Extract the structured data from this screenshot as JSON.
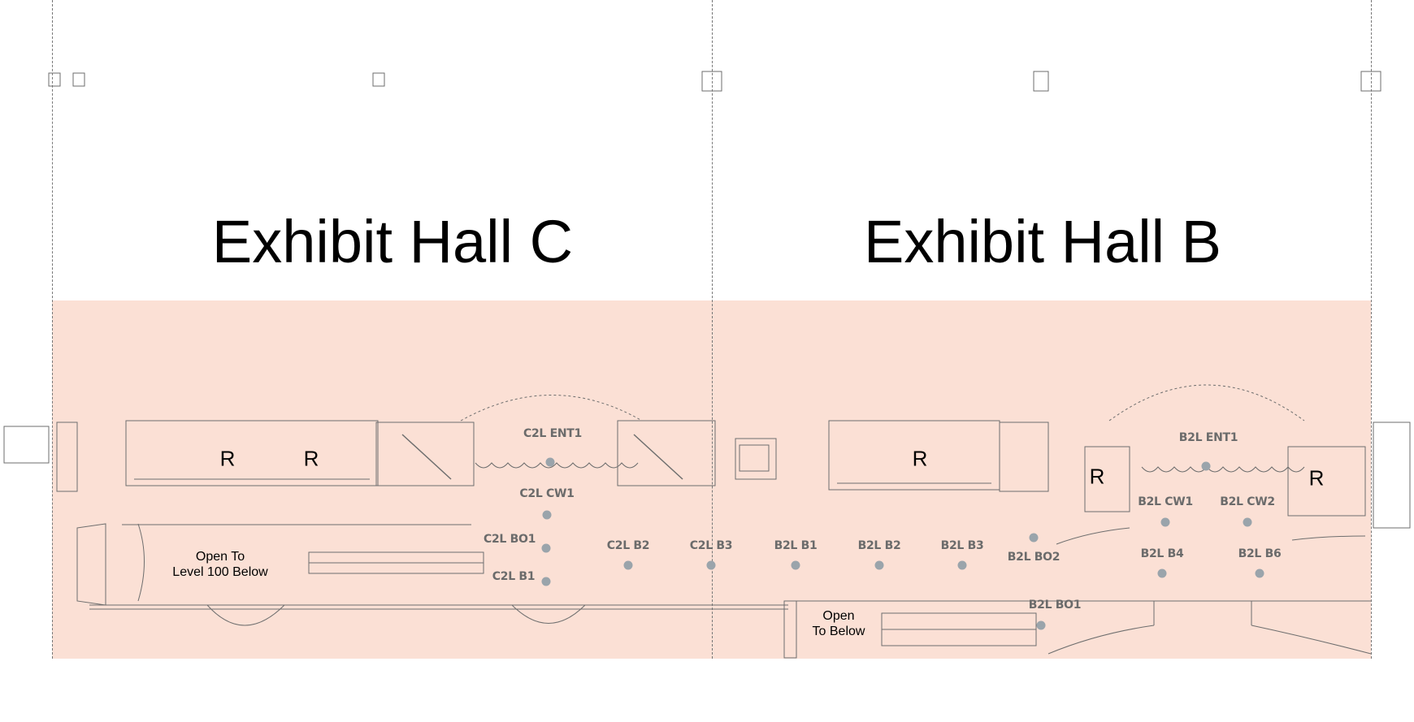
{
  "halls": [
    {
      "title": "Exhibit Hall C"
    },
    {
      "title": "Exhibit Hall B"
    }
  ],
  "restroom_label": "R",
  "open_areas": [
    {
      "line1": "Open To",
      "line2": "Level 100 Below"
    },
    {
      "line1": "Open",
      "line2": "To Below"
    }
  ],
  "markers": [
    {
      "id": "C2L ENT1"
    },
    {
      "id": "C2L CW1"
    },
    {
      "id": "C2L BO1"
    },
    {
      "id": "C2L B1"
    },
    {
      "id": "C2L B2"
    },
    {
      "id": "C2L B3"
    },
    {
      "id": "B2L B1"
    },
    {
      "id": "B2L B2"
    },
    {
      "id": "B2L B3"
    },
    {
      "id": "B2L BO2"
    },
    {
      "id": "B2L ENT1"
    },
    {
      "id": "B2L CW1"
    },
    {
      "id": "B2L CW2"
    },
    {
      "id": "B2L B4"
    },
    {
      "id": "B2L B6"
    },
    {
      "id": "B2L BO1"
    }
  ],
  "colors": {
    "zone": "#fbe0d5",
    "marker": "#9aa4ab",
    "label": "#6b6b6b"
  }
}
